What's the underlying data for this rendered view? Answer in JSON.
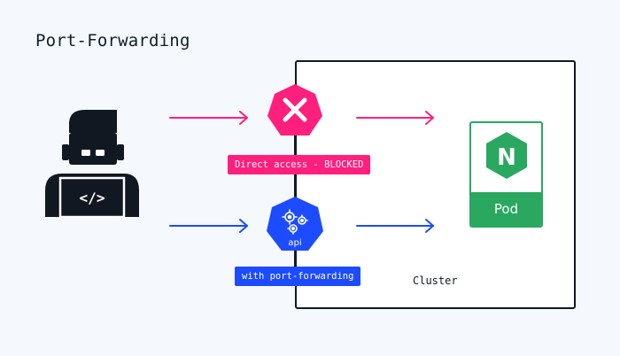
{
  "title": "Port-Forwarding",
  "labels": {
    "blocked": "Direct access - BLOCKED",
    "port_forwarding": "with port-forwarding",
    "cluster": "Cluster",
    "pod": "Pod",
    "api": "api",
    "pod_logo_letter": "N",
    "terminal_glyph": "</>"
  },
  "colors": {
    "blocked": "#ff1f7d",
    "port_forwarding": "#1d4bff",
    "pod": "#2aa860",
    "dark": "#111821",
    "background": "#f5f8fc"
  },
  "icons": {
    "developer": "developer-icon",
    "blocked": "blocked-x-icon",
    "api": "kubernetes-api-icon",
    "pod": "nginx-logo-icon"
  }
}
